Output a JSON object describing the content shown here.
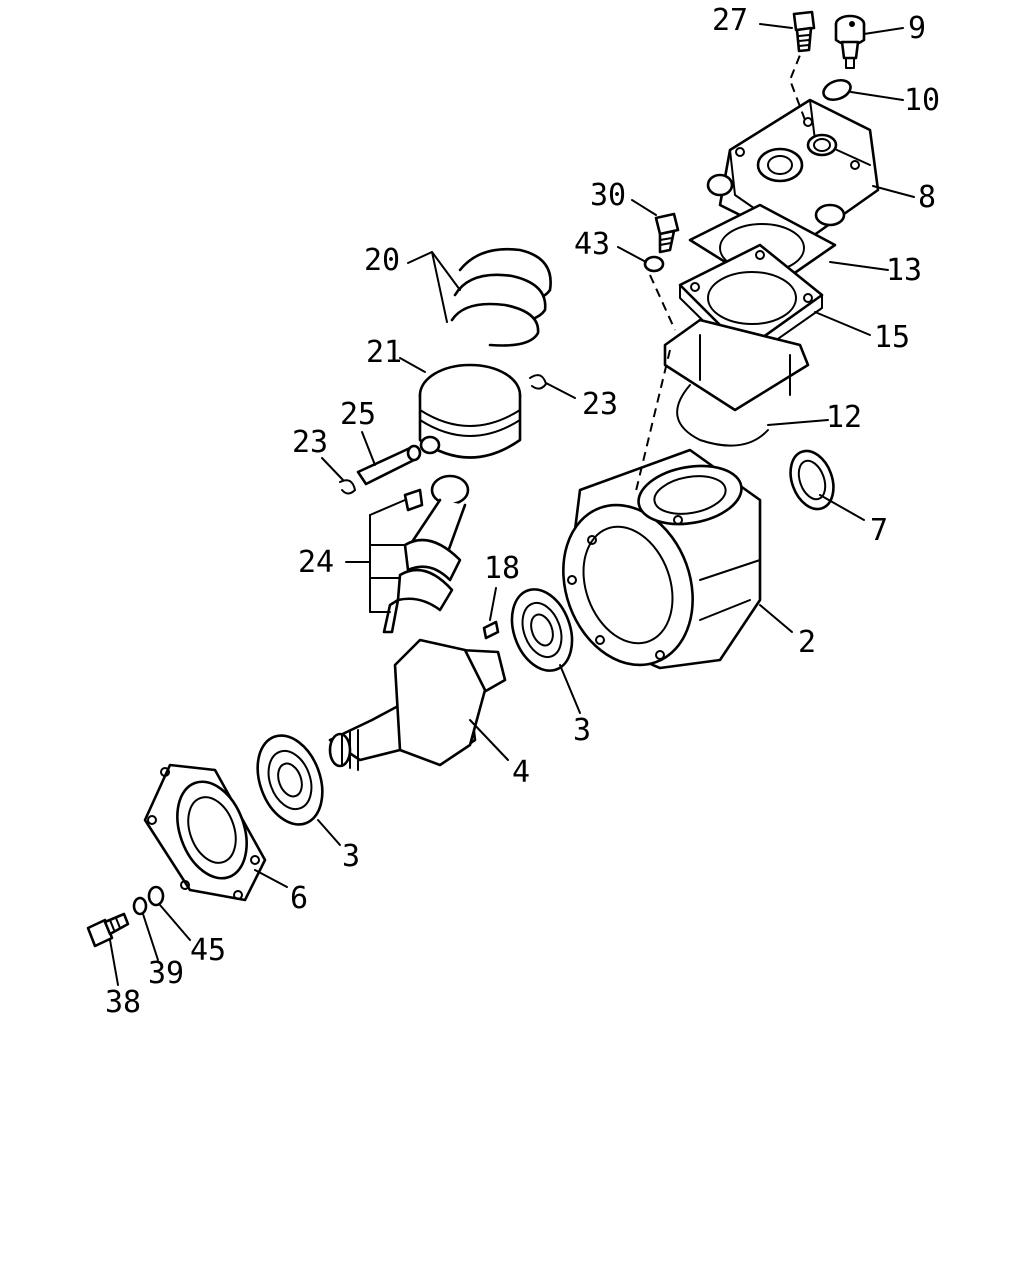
{
  "callouts": {
    "c27": "27",
    "c9": "9",
    "c10": "10",
    "c8": "8",
    "c30": "30",
    "c43": "43",
    "c13": "13",
    "c15": "15",
    "c12": "12",
    "c20": "20",
    "c21": "21",
    "c23a": "23",
    "c23b": "23",
    "c25": "25",
    "c24": "24",
    "c18": "18",
    "c7": "7",
    "c2": "2",
    "c3a": "3",
    "c3b": "3",
    "c4": "4",
    "c6": "6",
    "c45": "45",
    "c39": "39",
    "c38": "38"
  },
  "colors": {
    "line": "#000000",
    "background": "#ffffff"
  }
}
